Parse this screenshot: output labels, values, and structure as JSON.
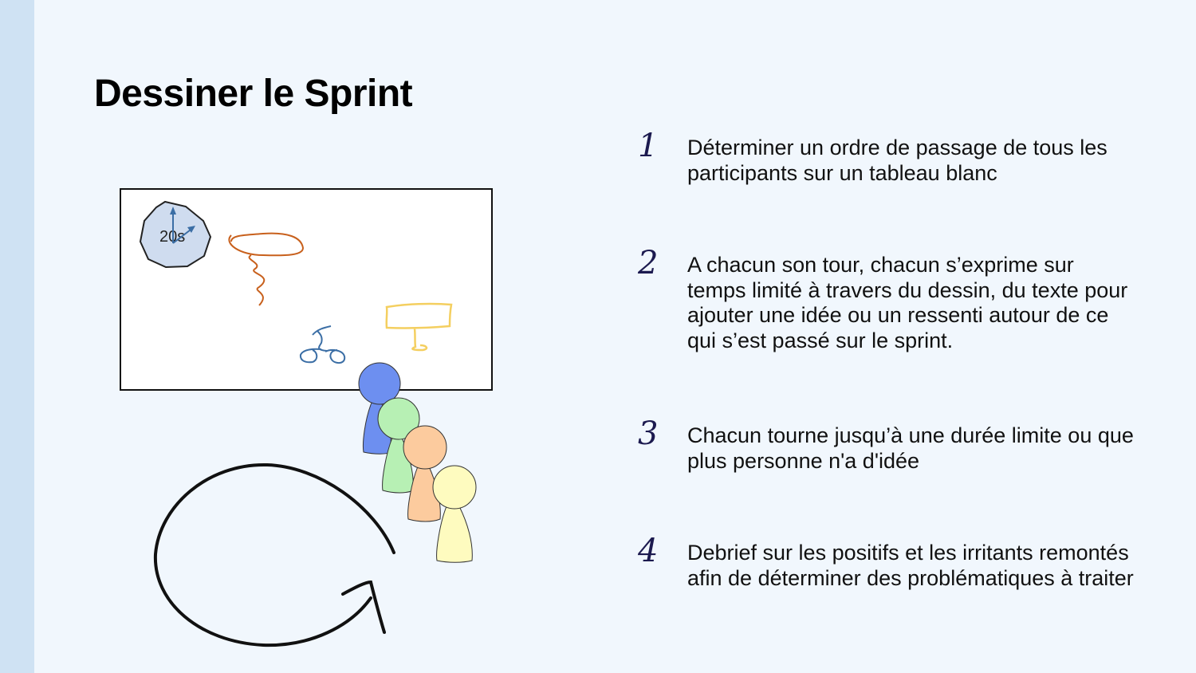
{
  "slide": {
    "title": "Dessiner le Sprint",
    "timer_label": "20s",
    "steps": [
      {
        "number": "1",
        "text": "Déterminer un ordre de passage de tous les participants sur un tableau blanc"
      },
      {
        "number": "2",
        "text": "A chacun son tour, chacun s’exprime sur temps limité à travers du dessin, du texte pour ajouter une idée ou un ressenti autour de ce qui s’est passé sur le sprint."
      },
      {
        "number": "3",
        "text": "Chacun tourne jusqu’à une durée limite ou que plus personne n'a d'idée"
      },
      {
        "number": "4",
        "text": "Debrief sur les positifs et les irritants remontés afin de déterminer des problématiques à traiter"
      }
    ]
  },
  "colors": {
    "background": "#f1f7fd",
    "side_bar": "#cfe2f3",
    "step_number": "#1c1a4f",
    "person_blue": "#6d8ff0",
    "person_green": "#b7f0b4",
    "person_orange": "#fccb9e",
    "person_yellow": "#fefbbf",
    "timer_fill": "#cfdcef"
  }
}
